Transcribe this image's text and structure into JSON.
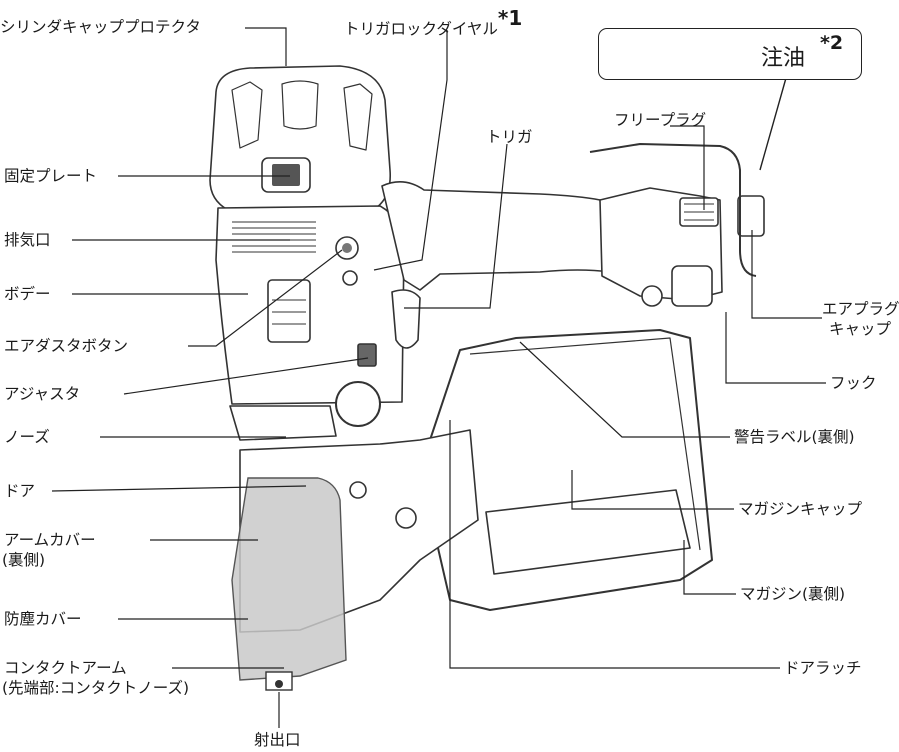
{
  "callouts": [
    {
      "id": "cylinder-cap-protector",
      "text": "シリンダキャッププロテクタ"
    },
    {
      "id": "trigger-lock-dial",
      "text": "トリガロックダイヤル",
      "note": "*1"
    },
    {
      "id": "trigger",
      "text": "トリガ"
    },
    {
      "id": "free-plug",
      "text": "フリープラグ"
    },
    {
      "id": "fixed-plate",
      "text": "固定プレート"
    },
    {
      "id": "exhaust-port",
      "text": "排気口"
    },
    {
      "id": "body",
      "text": "ボデー"
    },
    {
      "id": "air-plug-cap-1",
      "text": "エアプラグ"
    },
    {
      "id": "air-plug-cap-2",
      "text": "キャップ"
    },
    {
      "id": "air-duster-button",
      "text": "エアダスタボタン"
    },
    {
      "id": "hook",
      "text": "フック"
    },
    {
      "id": "adjuster",
      "text": "アジャスタ"
    },
    {
      "id": "nose",
      "text": "ノーズ"
    },
    {
      "id": "warning-label",
      "text": "警告ラベル(裏側)"
    },
    {
      "id": "door",
      "text": "ドア"
    },
    {
      "id": "magazine-cap",
      "text": "マガジンキャップ"
    },
    {
      "id": "arm-cover-1",
      "text": "アームカバー"
    },
    {
      "id": "arm-cover-2",
      "text": "(裏側)"
    },
    {
      "id": "magazine",
      "text": "マガジン(裏側)"
    },
    {
      "id": "dust-cover",
      "text": "防塵カバー"
    },
    {
      "id": "contact-arm-1",
      "text": "コンタクトアーム"
    },
    {
      "id": "contact-arm-2",
      "text": "(先端部:コンタクトノーズ)"
    },
    {
      "id": "door-latch",
      "text": "ドアラッチ"
    },
    {
      "id": "ejection-port",
      "text": "射出口"
    }
  ],
  "inset": {
    "text": "注油",
    "note": "*2"
  },
  "colors": {
    "ink": "#1a1a1a",
    "dust_cover": "#c9c9c9",
    "tool_line": "#333333",
    "tool_fill": "#ffffff"
  }
}
